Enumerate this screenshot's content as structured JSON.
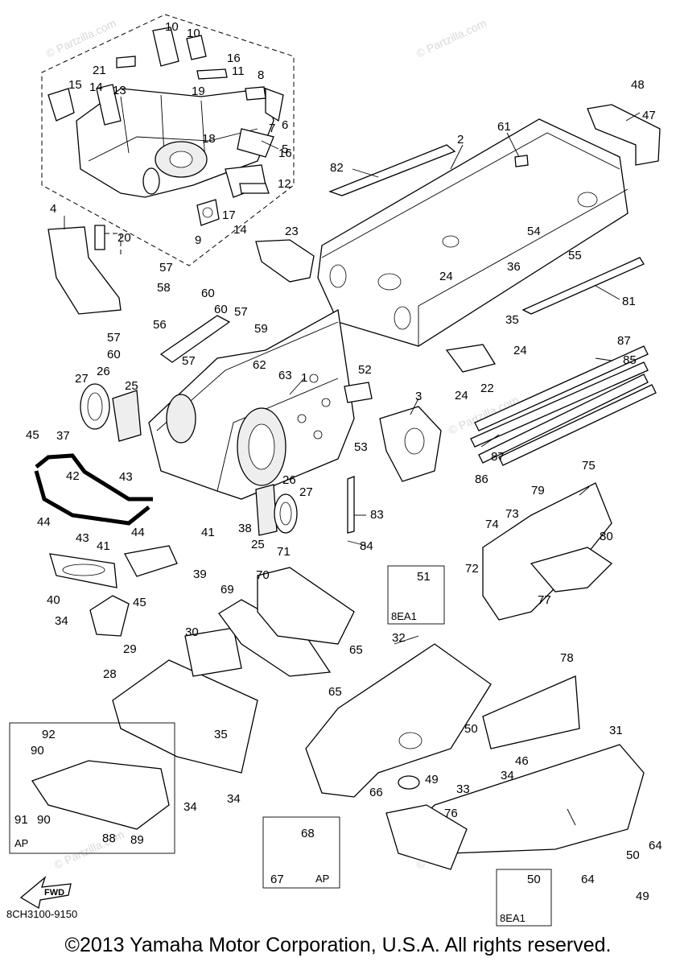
{
  "copyright": "©2013 Yamaha Motor Corporation, U.S.A. All rights reserved.",
  "drawing_code": "8CH3100-9150",
  "fwd_label": "FWD",
  "watermark": "© Partzilla.com",
  "boxes": {
    "box_8ea1_a": "8EA1",
    "box_8ea1_b": "8EA1",
    "box_ap_a": "AP",
    "box_ap_b": "AP"
  },
  "part_numbers": {
    "n1": "1",
    "n2": "2",
    "n3": "3",
    "n4": "4",
    "n5": "5",
    "n6": "6",
    "n7": "7",
    "n8": "8",
    "n9": "9",
    "n10a": "10",
    "n10b": "10",
    "n11": "11",
    "n12": "12",
    "n13": "13",
    "n14a": "14",
    "n14b": "14",
    "n15": "15",
    "n16a": "16",
    "n16b": "16",
    "n17": "17",
    "n18": "18",
    "n19": "19",
    "n20": "20",
    "n21": "21",
    "n22": "22",
    "n23": "23",
    "n24a": "24",
    "n24b": "24",
    "n24c": "24",
    "n25a": "25",
    "n25b": "25",
    "n26a": "26",
    "n26b": "26",
    "n27a": "27",
    "n27b": "27",
    "n28": "28",
    "n29": "29",
    "n30": "30",
    "n31": "31",
    "n32": "32",
    "n33": "33",
    "n34a": "34",
    "n34b": "34",
    "n34c": "34",
    "n34d": "34",
    "n35a": "35",
    "n35b": "35",
    "n36": "36",
    "n37": "37",
    "n38": "38",
    "n39": "39",
    "n40": "40",
    "n41a": "41",
    "n41b": "41",
    "n42": "42",
    "n43a": "43",
    "n43b": "43",
    "n44a": "44",
    "n44b": "44",
    "n45a": "45",
    "n45b": "45",
    "n46": "46",
    "n47": "47",
    "n48": "48",
    "n49a": "49",
    "n49b": "49",
    "n50a": "50",
    "n50b": "50",
    "n50c": "50",
    "n51": "51",
    "n52": "52",
    "n53": "53",
    "n54": "54",
    "n55": "55",
    "n56": "56",
    "n57a": "57",
    "n57b": "57",
    "n57c": "57",
    "n57d": "57",
    "n58": "58",
    "n59": "59",
    "n60a": "60",
    "n60b": "60",
    "n60c": "60",
    "n61": "61",
    "n62": "62",
    "n63": "63",
    "n64a": "64",
    "n64b": "64",
    "n65a": "65",
    "n65b": "65",
    "n66": "66",
    "n67": "67",
    "n68": "68",
    "n69": "69",
    "n70": "70",
    "n71": "71",
    "n72": "72",
    "n73": "73",
    "n74": "74",
    "n75": "75",
    "n76": "76",
    "n77": "77",
    "n78": "78",
    "n79": "79",
    "n80": "80",
    "n81": "81",
    "n82": "82",
    "n83": "83",
    "n84": "84",
    "n85": "85",
    "n86": "86",
    "n87a": "87",
    "n87b": "87",
    "n88": "88",
    "n89": "89",
    "n90a": "90",
    "n90b": "90",
    "n91": "91",
    "n92": "92"
  }
}
